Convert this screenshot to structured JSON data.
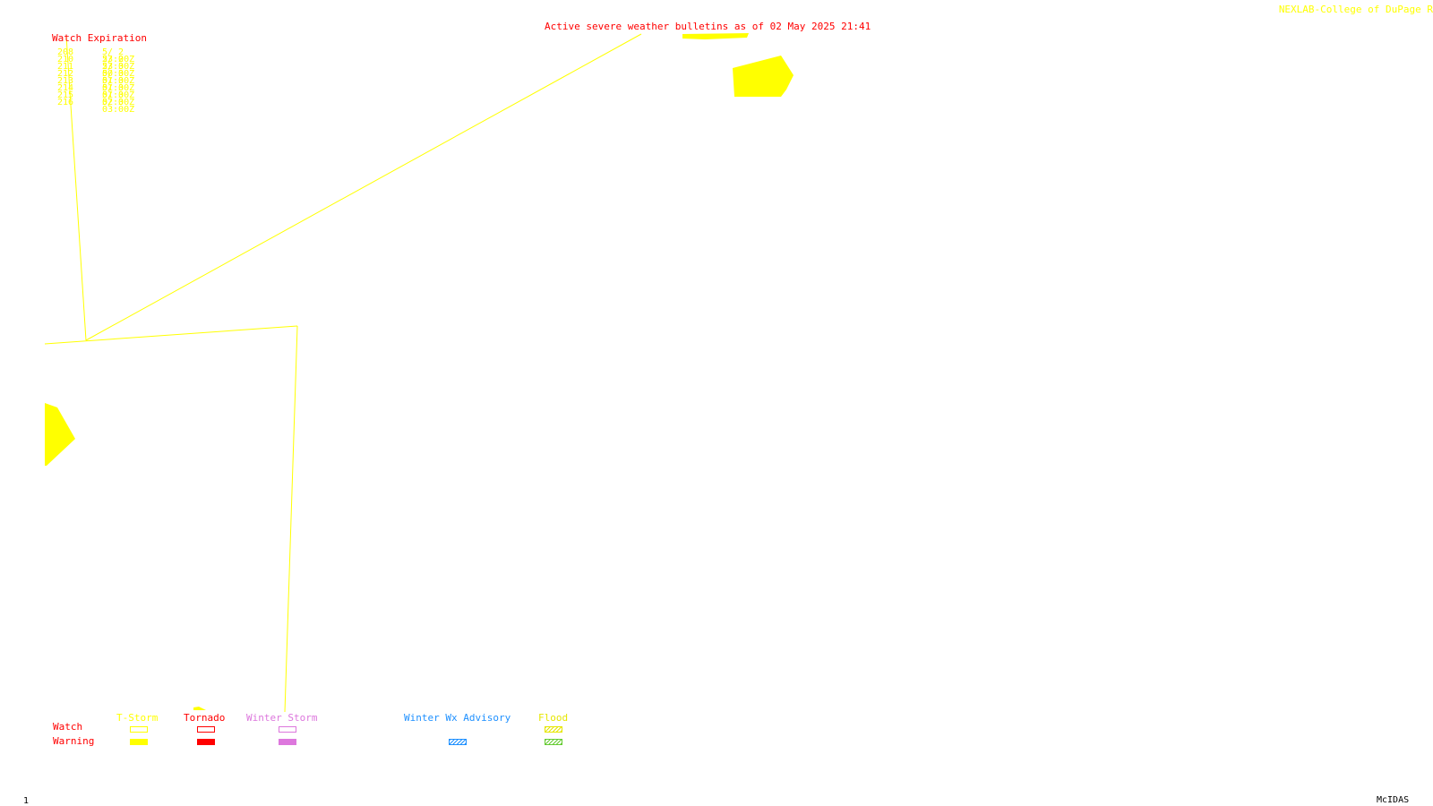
{
  "header": {
    "title": "Active severe weather bulletins as of 02 May 2025 21:41",
    "credit": "NEXLAB-College of DuPage R"
  },
  "watch_expiration": {
    "title": "Watch Expiration",
    "rows": [
      {
        "id": "208",
        "time": "5/ 2 23:00Z"
      },
      {
        "id": "210",
        "time": "5/ 2 23:00Z"
      },
      {
        "id": "211",
        "time": "5/ 3 00:00Z"
      },
      {
        "id": "212",
        "time": "5/ 3 01:00Z"
      },
      {
        "id": "213",
        "time": "5/ 3 01:00Z"
      },
      {
        "id": "214",
        "time": "5/ 3 01:00Z"
      },
      {
        "id": "215",
        "time": "5/ 3 02:00Z"
      },
      {
        "id": "216",
        "time": "5/ 3 03:00Z"
      }
    ]
  },
  "legend": {
    "row_watch": "Watch",
    "row_warning": "Warning",
    "tstorm": "T-Storm",
    "tornado": "Tornado",
    "winter_storm": "Winter Storm",
    "winter_wx_advisory": "Winter Wx Advisory",
    "flood": "Flood"
  },
  "colors": {
    "tstorm": "#ffff00",
    "tornado": "#ff0000",
    "winter_storm": "#dd77dd",
    "winter_wx_advisory": "#1e90ff",
    "flood_watch": "#e6e600",
    "flood_warning": "#66cc33",
    "label_red": "#ff0000"
  },
  "footer": {
    "frame_number": "1",
    "software": "McIDAS"
  }
}
